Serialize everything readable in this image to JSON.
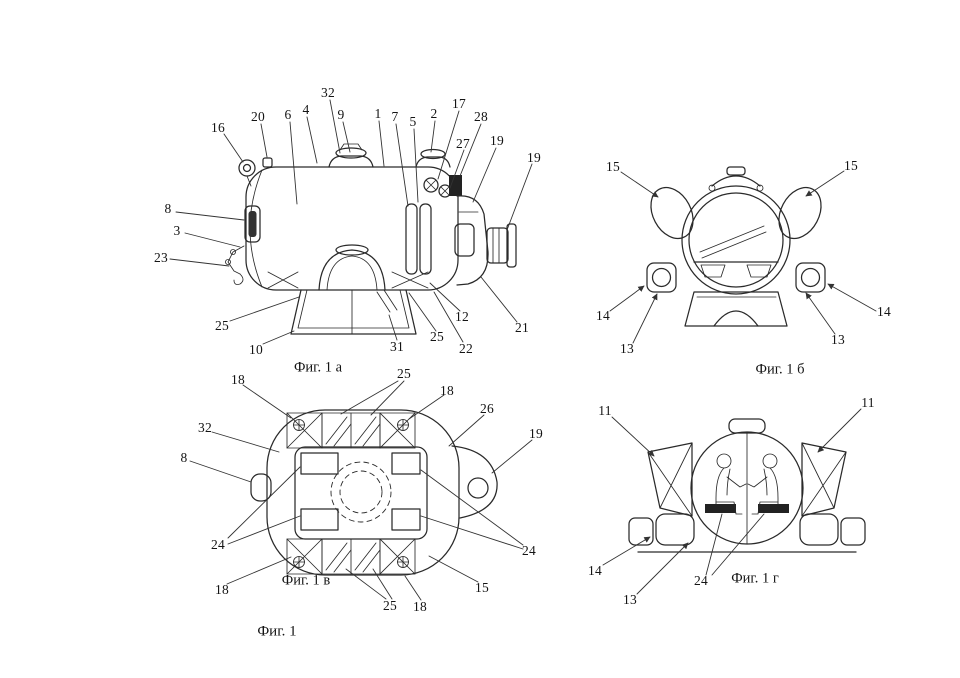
{
  "page": {
    "background": "#ffffff",
    "ink_color": "#2a2a2a"
  },
  "main_caption": "Фиг. 1",
  "figures": {
    "fig1a": {
      "caption": "Фиг. 1 а",
      "labels": [
        "16",
        "20",
        "6",
        "4",
        "32",
        "9",
        "1",
        "7",
        "5",
        "2",
        "17",
        "28",
        "27",
        "19",
        "19",
        "8",
        "3",
        "23",
        "25",
        "10",
        "31",
        "25",
        "12",
        "22",
        "21"
      ]
    },
    "fig1b": {
      "caption": "Фиг. 1 б",
      "labels": [
        "15",
        "15",
        "14",
        "13",
        "13",
        "14"
      ]
    },
    "fig1v": {
      "caption": "Фиг. 1 в",
      "labels": [
        "18",
        "25",
        "18",
        "26",
        "19",
        "32",
        "8",
        "24",
        "18",
        "25",
        "18",
        "15",
        "24"
      ]
    },
    "fig1g": {
      "caption": "Фиг. 1 г",
      "labels": [
        "11",
        "11",
        "14",
        "13",
        "24"
      ]
    }
  }
}
